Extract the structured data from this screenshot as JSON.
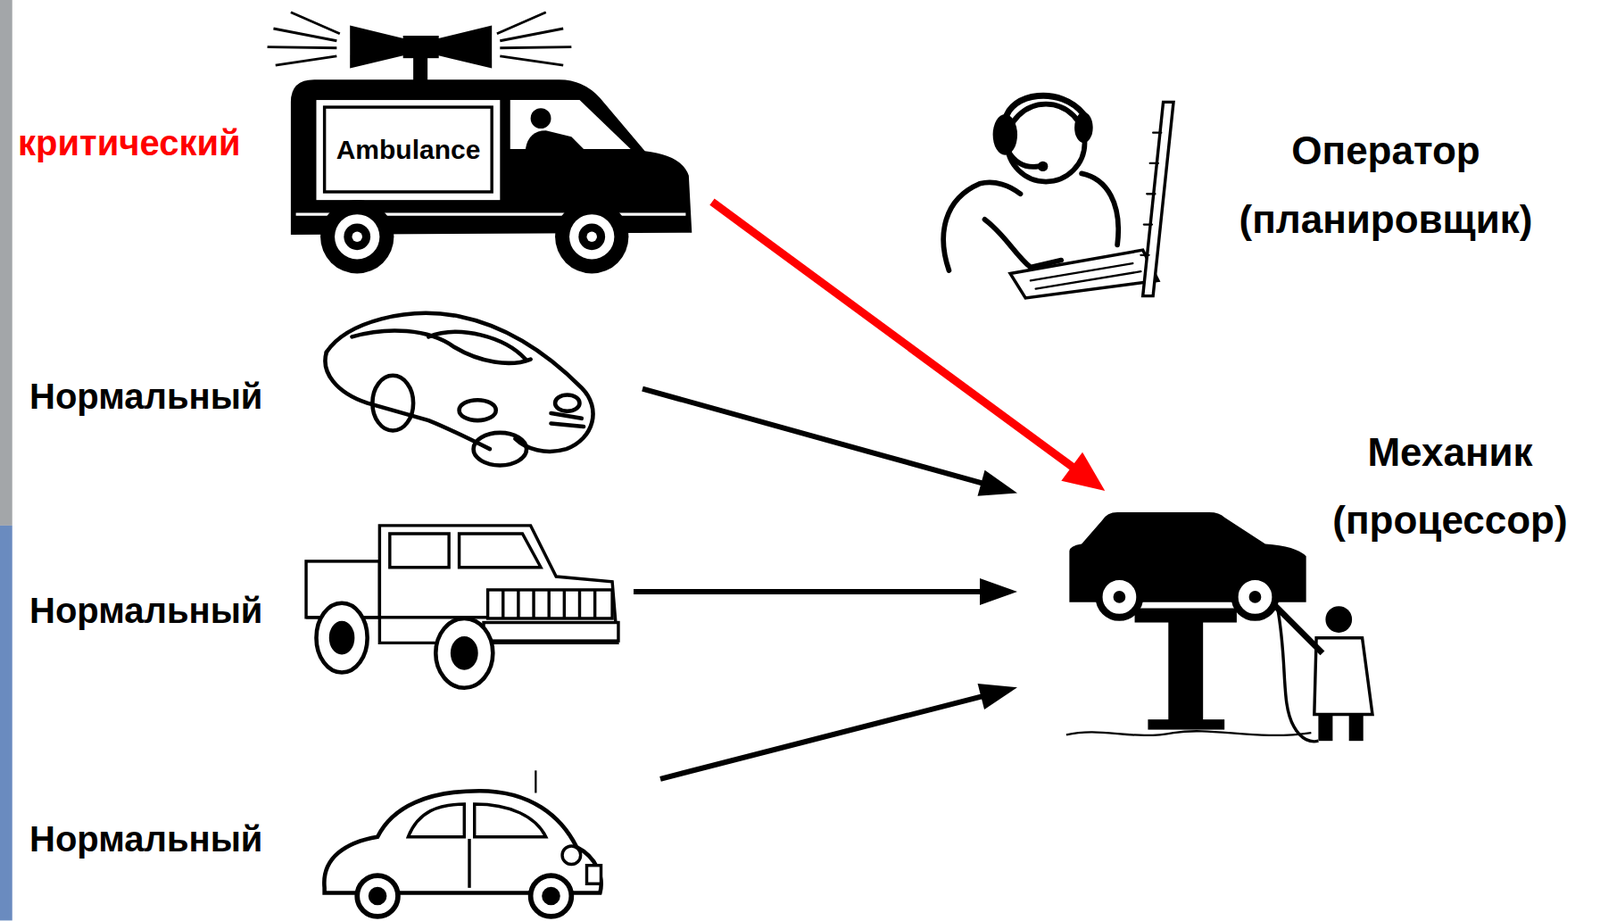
{
  "diagram": {
    "nodes": [
      {
        "text": [
          "критический",
          "Ambulance"
        ]
      },
      {
        "text": [
          "Нормальный"
        ]
      },
      {
        "text": [
          "Нормальный"
        ]
      },
      {
        "text": [
          "Нормальный"
        ]
      },
      {
        "text": [
          "Оператор (планировщик)"
        ]
      },
      {
        "text": [
          "Механик (процессор)"
        ]
      }
    ],
    "edges": [
      {
        "from": 0,
        "to": 5,
        "arrow": "to"
      },
      {
        "from": 1,
        "to": 5,
        "arrow": "to"
      },
      {
        "from": 2,
        "to": 5,
        "arrow": "to"
      },
      {
        "from": 3,
        "to": 5,
        "arrow": "to"
      }
    ]
  }
}
